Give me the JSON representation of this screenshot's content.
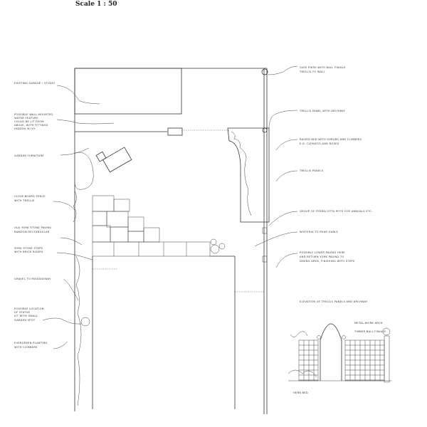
{
  "header": {
    "title": "Garden Plan",
    "scale": "Scale 1 : 50"
  },
  "labels_left": [
    "Existing garage / studio",
    "Possible wall-mounted",
    "water feature",
    "could be lit from",
    "above, with fittings",
    "hidden in ivy",
    "Garden furniture",
    "Close-board fence",
    "with trellis",
    "Old York stone paving",
    "random rectangular",
    "York stone steps",
    "with brick risers",
    "Gravel to passageway",
    "Possible location",
    "of statue",
    "lit with small",
    "garden spot",
    "Evergreen planting",
    "with climbers"
  ],
  "labels_right": [
    "Gate piers with ball finials",
    "trellis to wall",
    "Trellis panel with archway",
    "Raised bed with shrubs and climbers",
    "e.g. clematis and roses",
    "Trellis panels",
    "Group of terracotta pots for annuals etc.",
    "Wisteria to rear gable",
    "Possibly lower paving here",
    "and return York paving to",
    "dining area, finishing with steps"
  ],
  "elevation": {
    "title": "Elevation of trellis panels and archway",
    "arch_label": "Metal-work arch",
    "finial_label": "Timber ball finials",
    "bed_label": "Herb bed"
  }
}
